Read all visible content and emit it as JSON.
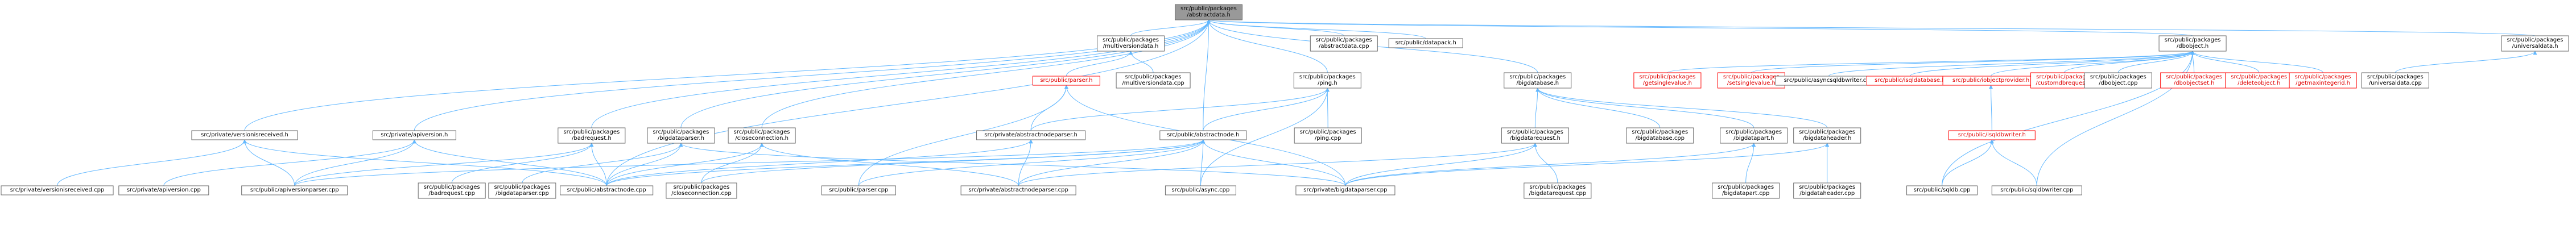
{
  "colors": {
    "root_fill": "#999999",
    "root_stroke": "#666666",
    "node_fill": "#ffffff",
    "node_stroke": "#666666",
    "missing_stroke": "#ff0000",
    "missing_text": "#e00000",
    "edge": "#63b8ff"
  },
  "nodes": [
    {
      "id": "root",
      "lines": [
        "src/public/packages",
        "/abstractdata.h"
      ],
      "kind": "root"
    },
    {
      "id": "multiversiondata_h",
      "lines": [
        "src/public/packages",
        "/multiversiondata.h"
      ]
    },
    {
      "id": "abstractdata_cpp",
      "lines": [
        "src/public/packages",
        "/abstractdata.cpp"
      ]
    },
    {
      "id": "datapack_h",
      "lines": [
        "src/public/datapack.h"
      ]
    },
    {
      "id": "dbobject_h",
      "lines": [
        "src/public/packages",
        "/dbobject.h"
      ]
    },
    {
      "id": "universaldata_h",
      "lines": [
        "src/public/packages",
        "/universaldata.h"
      ]
    },
    {
      "id": "parser_h",
      "lines": [
        "src/public/parser.h"
      ],
      "kind": "missing"
    },
    {
      "id": "multiversiondata_cpp",
      "lines": [
        "src/public/packages",
        "/multiversiondata.cpp"
      ]
    },
    {
      "id": "ping_h",
      "lines": [
        "src/public/packages",
        "/ping.h"
      ]
    },
    {
      "id": "bigdatabase_h",
      "lines": [
        "src/public/packages",
        "/bigdatabase.h"
      ]
    },
    {
      "id": "getsinglevalue_h",
      "lines": [
        "src/public/packages",
        "/getsinglevalue.h"
      ],
      "kind": "missing"
    },
    {
      "id": "setsinglevalue_h",
      "lines": [
        "src/public/packages",
        "/setsinglevalue.h"
      ],
      "kind": "missing"
    },
    {
      "id": "asyncsqldbwriter_cpp",
      "lines": [
        "src/public/asyncsqldbwriter.cpp"
      ]
    },
    {
      "id": "isqldatabase_h",
      "lines": [
        "src/public/isqldatabase.h"
      ],
      "kind": "missing"
    },
    {
      "id": "iobjectprovider_h",
      "lines": [
        "src/public/iobjectprovider.h"
      ],
      "kind": "missing"
    },
    {
      "id": "customdbrequest_h",
      "lines": [
        "src/public/packages",
        "/customdbrequest.h"
      ],
      "kind": "missing"
    },
    {
      "id": "dbobject_cpp",
      "lines": [
        "src/public/packages",
        "/dbobject.cpp"
      ]
    },
    {
      "id": "dbobjectset_h",
      "lines": [
        "src/public/packages",
        "/dbobjectset.h"
      ],
      "kind": "missing"
    },
    {
      "id": "deleteobject_h",
      "lines": [
        "src/public/packages",
        "/deleteobject.h"
      ],
      "kind": "missing"
    },
    {
      "id": "getmaxintegerid_h",
      "lines": [
        "src/public/packages",
        "/getmaxintegerid.h"
      ],
      "kind": "missing"
    },
    {
      "id": "universaldata_cpp",
      "lines": [
        "src/public/packages",
        "/universaldata.cpp"
      ]
    },
    {
      "id": "versionisreceived_h",
      "lines": [
        "src/private/versionisreceived.h"
      ]
    },
    {
      "id": "apiversion_h",
      "lines": [
        "src/private/apiversion.h"
      ]
    },
    {
      "id": "badrequest_h",
      "lines": [
        "src/public/packages",
        "/badrequest.h"
      ]
    },
    {
      "id": "bigdataparser_h",
      "lines": [
        "src/public/packages",
        "/bigdataparser.h"
      ]
    },
    {
      "id": "closeconnection_h",
      "lines": [
        "src/public/packages",
        "/closeconnection.h"
      ]
    },
    {
      "id": "abstractnodeparser_h",
      "lines": [
        "src/private/abstractnodeparser.h"
      ]
    },
    {
      "id": "abstractnode_h",
      "lines": [
        "src/public/abstractnode.h"
      ]
    },
    {
      "id": "ping_cpp",
      "lines": [
        "src/public/packages",
        "/ping.cpp"
      ]
    },
    {
      "id": "bigdatarequest_h",
      "lines": [
        "src/public/packages",
        "/bigdatarequest.h"
      ]
    },
    {
      "id": "bigdatabase_cpp",
      "lines": [
        "src/public/packages",
        "/bigdatabase.cpp"
      ]
    },
    {
      "id": "bigdatapart_h",
      "lines": [
        "src/public/packages",
        "/bigdatapart.h"
      ]
    },
    {
      "id": "bigdataheader_h",
      "lines": [
        "src/public/packages",
        "/bigdataheader.h"
      ]
    },
    {
      "id": "isqldbwriter_h",
      "lines": [
        "src/public/isqldbwriter.h"
      ],
      "kind": "missing"
    },
    {
      "id": "versionisreceived_cpp",
      "lines": [
        "src/private/versionisreceived.cpp"
      ]
    },
    {
      "id": "apiversion_cpp",
      "lines": [
        "src/private/apiversion.cpp"
      ]
    },
    {
      "id": "apiversionparser_cpp",
      "lines": [
        "src/public/apiversionparser.cpp"
      ]
    },
    {
      "id": "badrequest_cpp",
      "lines": [
        "src/public/packages",
        "/badrequest.cpp"
      ]
    },
    {
      "id": "bigdataparser_cpp",
      "lines": [
        "src/public/packages",
        "/bigdataparser.cpp"
      ]
    },
    {
      "id": "abstractnode_cpp",
      "lines": [
        "src/public/abstractnode.cpp"
      ]
    },
    {
      "id": "closeconnection_cpp",
      "lines": [
        "src/public/packages",
        "/closeconnection.cpp"
      ]
    },
    {
      "id": "parser_cpp",
      "lines": [
        "src/public/parser.cpp"
      ]
    },
    {
      "id": "abstractnodeparser_cpp",
      "lines": [
        "src/private/abstractnodeparser.cpp"
      ]
    },
    {
      "id": "async_cpp",
      "lines": [
        "src/public/async.cpp"
      ]
    },
    {
      "id": "bigdataparser_priv_cpp",
      "lines": [
        "src/private/bigdataparser.cpp"
      ]
    },
    {
      "id": "bigdatarequest_cpp",
      "lines": [
        "src/public/packages",
        "/bigdatarequest.cpp"
      ]
    },
    {
      "id": "bigdatapart_cpp",
      "lines": [
        "src/public/packages",
        "/bigdatapart.cpp"
      ]
    },
    {
      "id": "bigdataheader_cpp",
      "lines": [
        "src/public/packages",
        "/bigdataheader.cpp"
      ]
    },
    {
      "id": "sqldb_cpp",
      "lines": [
        "src/public/sqldb.cpp"
      ]
    },
    {
      "id": "sqldbwriter_cpp",
      "lines": [
        "src/public/sqldbwriter.cpp"
      ]
    }
  ],
  "edges": [
    [
      "root",
      "multiversiondata_h"
    ],
    [
      "root",
      "abstractdata_cpp"
    ],
    [
      "root",
      "datapack_h"
    ],
    [
      "root",
      "dbobject_h"
    ],
    [
      "root",
      "universaldata_h"
    ],
    [
      "root",
      "ping_h"
    ],
    [
      "root",
      "bigdatabase_h"
    ],
    [
      "root",
      "versionisreceived_h"
    ],
    [
      "root",
      "apiversion_h"
    ],
    [
      "root",
      "badrequest_h"
    ],
    [
      "root",
      "bigdataparser_h"
    ],
    [
      "root",
      "closeconnection_h"
    ],
    [
      "root",
      "abstractnode_h"
    ],
    [
      "root",
      "abstractnode_cpp"
    ],
    [
      "multiversiondata_h",
      "parser_h"
    ],
    [
      "multiversiondata_h",
      "multiversiondata_cpp"
    ],
    [
      "parser_h",
      "abstractnodeparser_h"
    ],
    [
      "parser_h",
      "parser_cpp"
    ],
    [
      "parser_h",
      "bigdataparser_priv_cpp"
    ],
    [
      "ping_h",
      "abstractnode_h"
    ],
    [
      "ping_h",
      "ping_cpp"
    ],
    [
      "ping_h",
      "abstractnodeparser_h"
    ],
    [
      "ping_h",
      "async_cpp"
    ],
    [
      "bigdatabase_h",
      "bigdatarequest_h"
    ],
    [
      "bigdatabase_h",
      "bigdatabase_cpp"
    ],
    [
      "bigdatabase_h",
      "bigdatapart_h"
    ],
    [
      "bigdatabase_h",
      "bigdataheader_h"
    ],
    [
      "dbobject_h",
      "getsinglevalue_h"
    ],
    [
      "dbobject_h",
      "setsinglevalue_h"
    ],
    [
      "dbobject_h",
      "asyncsqldbwriter_cpp"
    ],
    [
      "dbobject_h",
      "isqldatabase_h"
    ],
    [
      "dbobject_h",
      "iobjectprovider_h"
    ],
    [
      "dbobject_h",
      "customdbrequest_h"
    ],
    [
      "dbobject_h",
      "dbobject_cpp"
    ],
    [
      "dbobject_h",
      "dbobjectset_h"
    ],
    [
      "dbobject_h",
      "deleteobject_h"
    ],
    [
      "dbobject_h",
      "getmaxintegerid_h"
    ],
    [
      "dbobject_h",
      "sqldb_cpp"
    ],
    [
      "dbobject_h",
      "sqldbwriter_cpp"
    ],
    [
      "universaldata_h",
      "universaldata_cpp"
    ],
    [
      "iobjectprovider_h",
      "isqldbwriter_h"
    ],
    [
      "isqldbwriter_h",
      "sqldb_cpp"
    ],
    [
      "isqldbwriter_h",
      "sqldbwriter_cpp"
    ],
    [
      "versionisreceived_h",
      "versionisreceived_cpp"
    ],
    [
      "versionisreceived_h",
      "abstractnode_cpp"
    ],
    [
      "versionisreceived_h",
      "apiversionparser_cpp"
    ],
    [
      "apiversion_h",
      "apiversion_cpp"
    ],
    [
      "apiversion_h",
      "apiversionparser_cpp"
    ],
    [
      "apiversion_h",
      "abstractnode_cpp"
    ],
    [
      "badrequest_h",
      "badrequest_cpp"
    ],
    [
      "badrequest_h",
      "abstractnode_cpp"
    ],
    [
      "badrequest_h",
      "apiversionparser_cpp"
    ],
    [
      "bigdataparser_h",
      "bigdataparser_cpp"
    ],
    [
      "bigdataparser_h",
      "abstractnode_cpp"
    ],
    [
      "bigdataparser_h",
      "bigdataparser_priv_cpp"
    ],
    [
      "closeconnection_h",
      "closeconnection_cpp"
    ],
    [
      "closeconnection_h",
      "abstractnode_cpp"
    ],
    [
      "closeconnection_h",
      "abstractnodeparser_cpp"
    ],
    [
      "abstractnodeparser_h",
      "abstractnode_cpp"
    ],
    [
      "abstractnodeparser_h",
      "abstractnodeparser_cpp"
    ],
    [
      "abstractnode_h",
      "abstractnode_cpp"
    ],
    [
      "abstractnode_h",
      "apiversionparser_cpp"
    ],
    [
      "abstractnode_h",
      "abstractnodeparser_cpp"
    ],
    [
      "abstractnode_h",
      "async_cpp"
    ],
    [
      "abstractnode_h",
      "bigdataparser_priv_cpp"
    ],
    [
      "abstractnode_h",
      "closeconnection_cpp"
    ],
    [
      "abstractnode_h",
      "parser_cpp"
    ],
    [
      "bigdatarequest_h",
      "bigdatarequest_cpp"
    ],
    [
      "bigdatarequest_h",
      "bigdataparser_priv_cpp"
    ],
    [
      "bigdatarequest_h",
      "abstractnodeparser_cpp"
    ],
    [
      "bigdatapart_h",
      "bigdatapart_cpp"
    ],
    [
      "bigdatapart_h",
      "bigdataparser_priv_cpp"
    ],
    [
      "bigdataheader_h",
      "bigdataheader_cpp"
    ],
    [
      "bigdataheader_h",
      "bigdataparser_priv_cpp"
    ]
  ]
}
